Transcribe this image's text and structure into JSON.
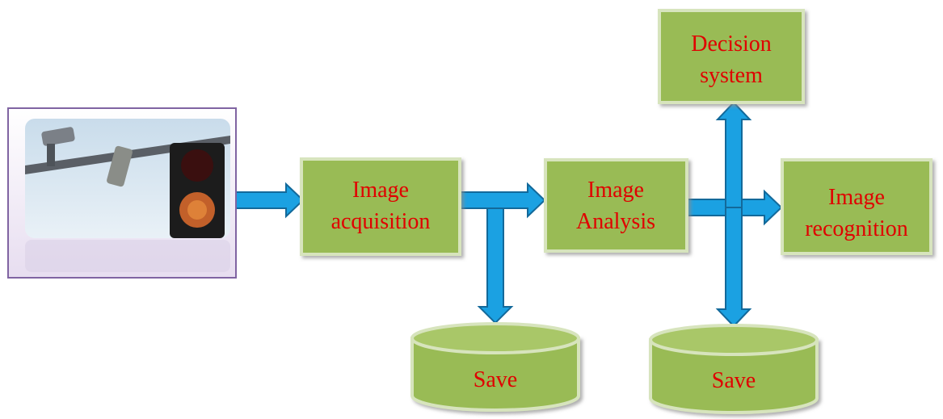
{
  "nodes": {
    "acquisition": {
      "line1": "Image",
      "line2": "acquisition"
    },
    "analysis": {
      "line1": "Image",
      "line2": "Analysis"
    },
    "recognition": {
      "line1": "Image",
      "line2": "recognition"
    },
    "decision": {
      "line1": "Decision",
      "line2": "system"
    },
    "save_left": {
      "label": "Save"
    },
    "save_right": {
      "label": "Save"
    }
  },
  "colors": {
    "box_fill": "#99bb55",
    "box_border": "#d7e4bd",
    "text": "#e00000",
    "arrow_fill": "#1ba1e2",
    "arrow_stroke": "#13699a",
    "photo_frame": "#8064a2"
  }
}
